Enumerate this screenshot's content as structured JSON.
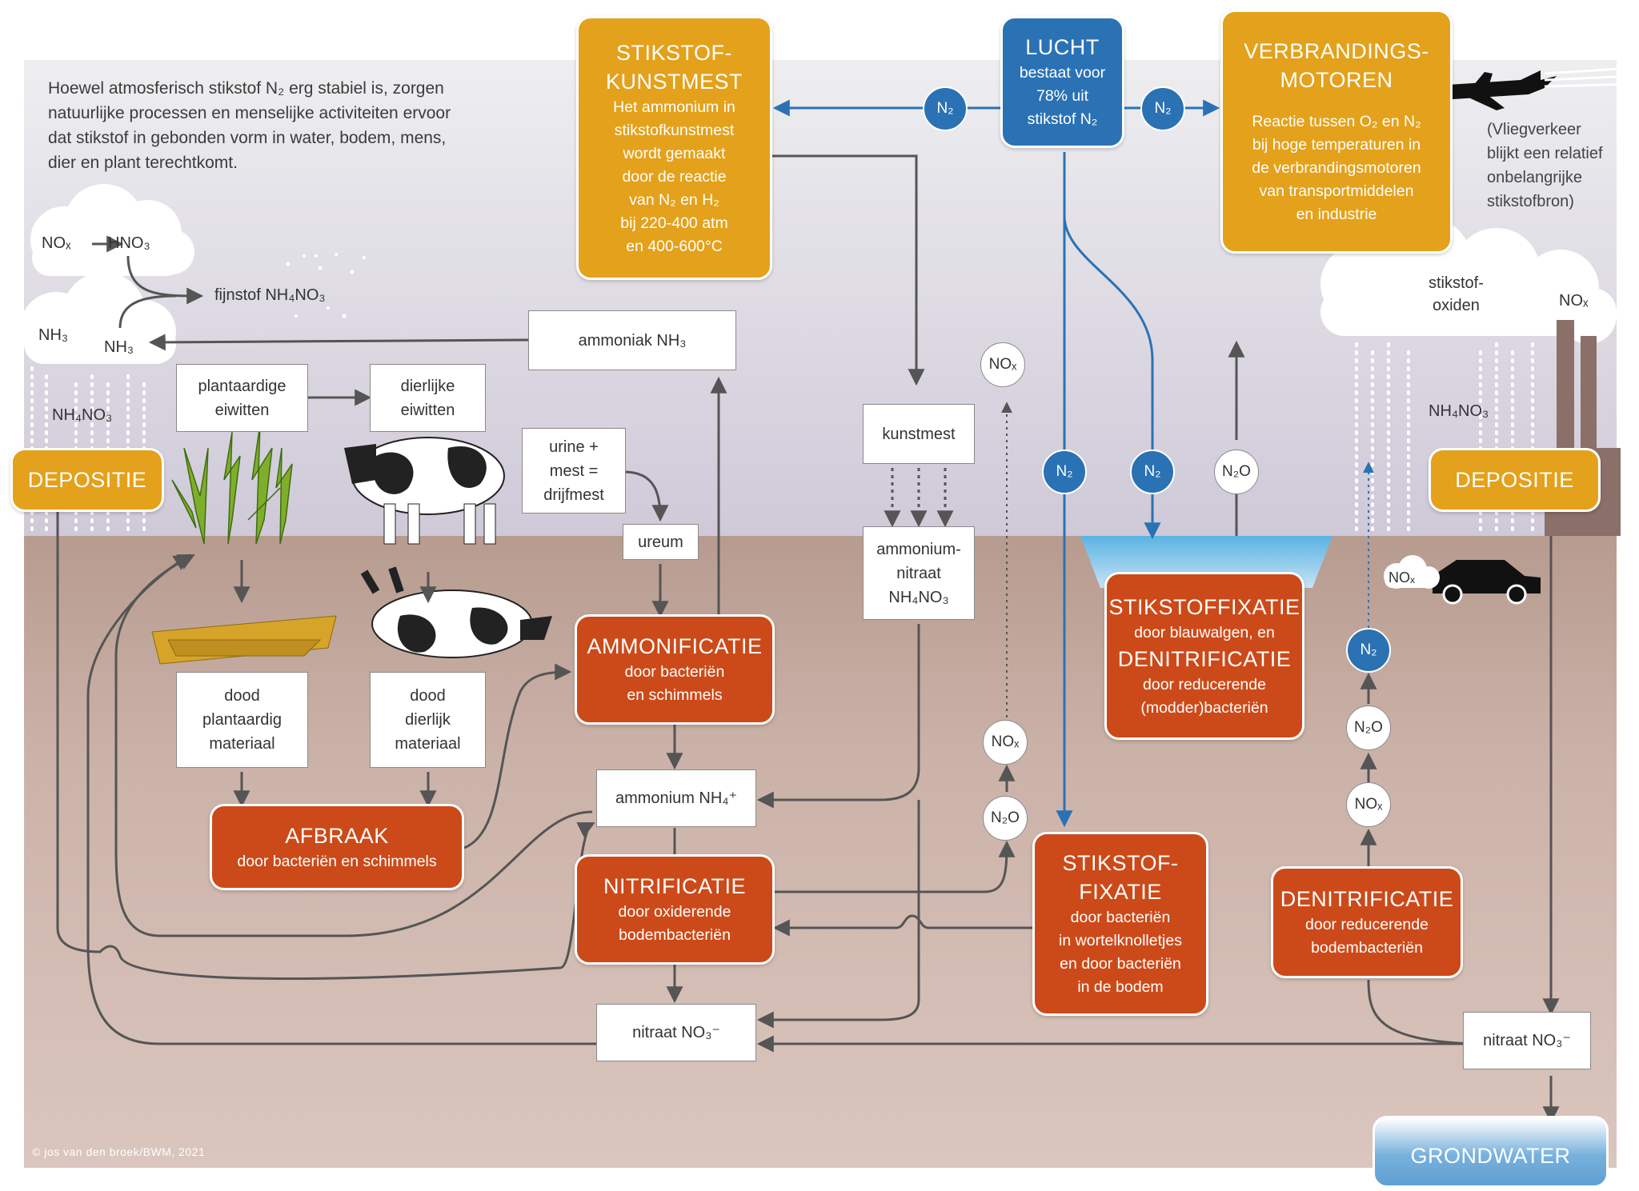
{
  "intro": "Hoewel atmosferisch stikstof N₂ erg stabiel is, zorgen natuurlijke processen en menselijke activiteiten ervoor dat stikstof in gebonden vorm in water, bodem, mens, dier en plant terechtkomt.",
  "kunstmest_box": {
    "title_1": "STIKSTOF-",
    "title_2": "KUNSTMEST",
    "body": [
      "Het ammonium in",
      "stikstofkunstmest",
      "wordt gemaakt",
      "door de reactie",
      "van N₂ en H₂",
      "bij 220-400 atm",
      "en 400-600°C"
    ]
  },
  "lucht_box": {
    "title": "LUCHT",
    "body": [
      "bestaat voor",
      "78% uit",
      "stikstof N₂"
    ]
  },
  "motoren_box": {
    "title_1": "VERBRANDINGS-",
    "title_2": "MOTOREN",
    "body": [
      "Reactie tussen O₂ en N₂",
      "bij hoge temperaturen in",
      "de verbrandingsmotoren",
      "van transportmiddelen",
      "en industrie"
    ]
  },
  "vliegverkeer_note": [
    "(Vliegverkeer",
    "blijkt een relatief",
    "onbelangrijke",
    "stikstofbron)"
  ],
  "depositie_left": "DEPOSITIE",
  "depositie_right": "DEPOSITIE",
  "grondwater": "GRONDWATER",
  "ammonificatie": {
    "title": "AMMONIFICATIE",
    "body": [
      "door bacteriën",
      "en schimmels"
    ]
  },
  "afbraak": {
    "title": "AFBRAAK",
    "body": [
      "door bacteriën en schimmels"
    ]
  },
  "nitrificatie": {
    "title": "NITRIFICATIE",
    "body": [
      "door oxiderende",
      "bodembacteriën"
    ]
  },
  "stikstoffixatie_water": {
    "title_1": "STIKSTOFFIXATIE",
    "sub_1": "door blauwalgen, en",
    "title_2": "DENITRIFICATIE",
    "sub_2": [
      "door reducerende",
      "(modder)bacteriën"
    ]
  },
  "stikstoffixatie_bodem": {
    "title_1": "STIKSTOF-",
    "title_2": "FIXATIE",
    "body": [
      "door bacteriën",
      "in wortelknolletjes",
      "en door bacteriën",
      "in de bodem"
    ]
  },
  "denitrificatie": {
    "title": "DENITRIFICATIE",
    "body": [
      "door reducerende",
      "bodembacteriën"
    ]
  },
  "white_boxes": {
    "plantaardige_eiwitten": [
      "plantaardige",
      "eiwitten"
    ],
    "dierlijke_eiwitten": [
      "dierlijke",
      "eiwitten"
    ],
    "ammoniak": "ammoniak NH₃",
    "urine": [
      "urine +",
      "mest =",
      "drijfmest"
    ],
    "ureum": "ureum",
    "kunstmest": "kunstmest",
    "ammoniumnitraat": [
      "ammonium-",
      "nitraat",
      "NH₄NO₃"
    ],
    "dood_plantaardig": [
      "dood",
      "plantaardig",
      "materiaal"
    ],
    "dood_dierlijk": [
      "dood",
      "dierlijk",
      "materiaal"
    ],
    "ammonium": "ammonium NH₄⁺",
    "nitraat_center": "nitraat NO₃⁻",
    "nitraat_right": "nitraat NO₃⁻"
  },
  "circles": {
    "n2_left": "N₂",
    "n2_right": "N₂",
    "nox_top": "NOₓ",
    "nox_mid": "NOₓ",
    "n2o_mid": "N₂O",
    "n2_down_1": "N₂",
    "n2_down_2": "N₂",
    "n2o_water": "N₂O",
    "n2_denit": "N₂",
    "n2o_denit": "N₂O",
    "nox_denit": "NOₓ"
  },
  "labels": {
    "nox_hno3_a": "NOₓ",
    "nox_hno3_b": "HNO₃",
    "fijnstof": "fijnstof NH₄NO₃",
    "nh3_a": "NH₃",
    "nh3_b": "NH₃",
    "nh4no3_left": "NH₄NO₃",
    "stikstofoxiden": [
      "stikstof-",
      "oxiden"
    ],
    "nox_factory": "NOₓ",
    "nh4no3_right": "NH₄NO₃",
    "nox_car": "NOₓ"
  },
  "credit": "© jos van den broek/BWM, 2021",
  "colors": {
    "orange": "#e4a11b",
    "blue": "#2a72b4",
    "red": "#cc4a19",
    "arrow": "#555555"
  }
}
